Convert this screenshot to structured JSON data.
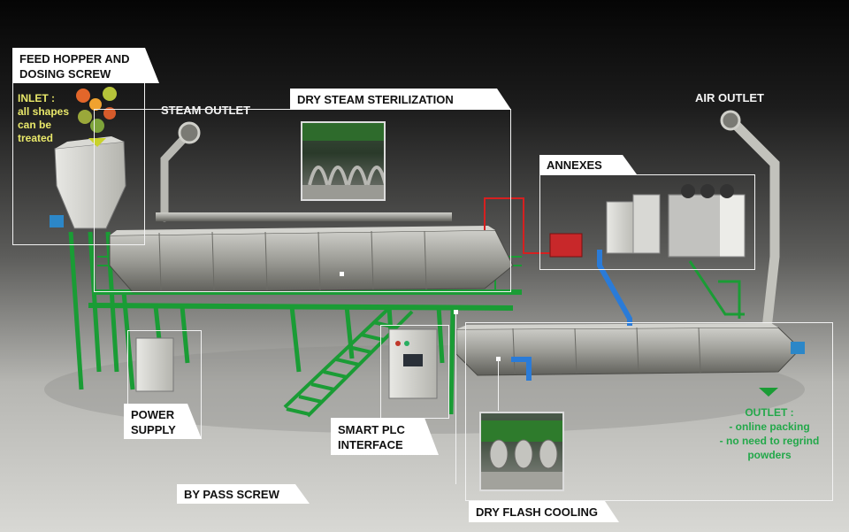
{
  "labels": {
    "feed_hopper": [
      "FEED HOPPER AND",
      "DOSING SCREW"
    ],
    "inlet": [
      "INLET :",
      "all shapes",
      "can be",
      "treated"
    ],
    "steam_outlet": "STEAM OUTLET",
    "dry_steam": "DRY STEAM STERILIZATION",
    "air_outlet": "AIR OUTLET",
    "annexes": "ANNEXES",
    "power_supply": [
      "POWER",
      "SUPPLY"
    ],
    "smart_plc": [
      "SMART PLC",
      "INTERFACE"
    ],
    "by_pass": "BY PASS SCREW",
    "dry_flash": "DRY FLASH COOLING",
    "outlet": [
      "OUTLET :",
      "- online packing",
      "- no need to regrind",
      "powders"
    ]
  },
  "colors": {
    "frame_green": "#1a9c35",
    "pipe_blue": "#2a7bd8",
    "steel": "#9a9a94",
    "label_bg": "#ffffff",
    "inlet_text": "#e9e86a",
    "outlet_text": "#23a84a"
  }
}
